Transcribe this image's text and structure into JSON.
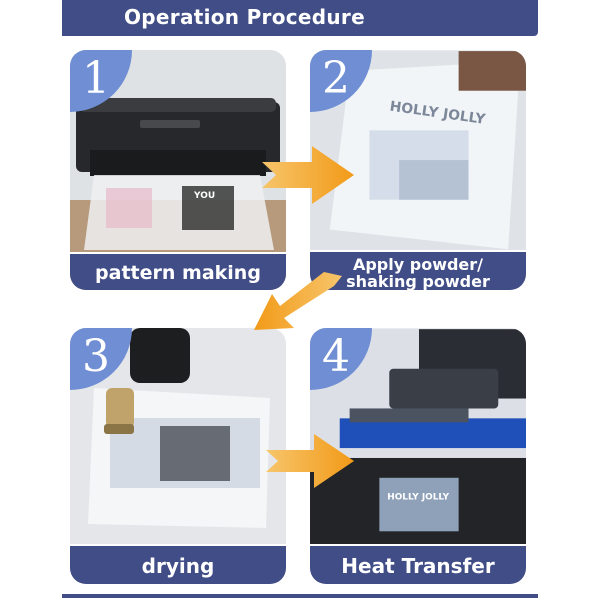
{
  "header": {
    "title": "Operation Procedure"
  },
  "steps": [
    {
      "number": "1",
      "label": "pattern making"
    },
    {
      "number": "2",
      "label_line1": "Apply powder/",
      "label_line2": "shaking powder"
    },
    {
      "number": "3",
      "label": "drying"
    },
    {
      "number": "4",
      "label": "Heat Transfer"
    }
  ],
  "film_text": {
    "step1_top": "YOU",
    "step2_top": "HOLLY JOLLY",
    "step4_print": "HOLLY JOLLY"
  },
  "colors": {
    "banner": "#414d87",
    "badge": "#6f8ed3",
    "arrow": "#f5a623"
  }
}
